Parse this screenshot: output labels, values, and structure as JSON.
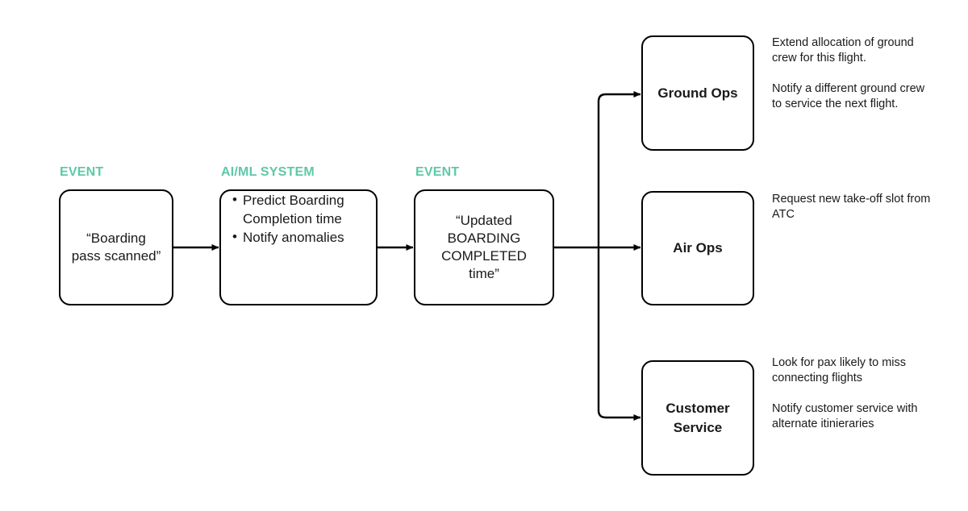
{
  "diagram": {
    "title": "Boarding completion prediction event flow",
    "accent_color": "#5ec8a8",
    "line_color": "#000000",
    "background": "#ffffff"
  },
  "captions": [
    {
      "id": "caption-event-1",
      "text": "EVENT"
    },
    {
      "id": "caption-aiml",
      "text": "AI/ML SYSTEM"
    },
    {
      "id": "caption-event-2",
      "text": "EVENT"
    }
  ],
  "flow_nodes": {
    "boarding_pass": {
      "label": "“Boarding\npass scanned”"
    },
    "aiml_system": {
      "bullets": [
        "Predict Boarding Completion time",
        "Notify anomalies"
      ]
    },
    "updated_boarding": {
      "label": "“Updated\nBOARDING\nCOMPLETED\ntime”"
    }
  },
  "consumers": [
    {
      "id": "ground-ops",
      "label": "Ground Ops",
      "notes": [
        "Extend allocation of ground crew for this flight.",
        "Notify a different ground crew to service the next flight."
      ]
    },
    {
      "id": "air-ops",
      "label": "Air Ops",
      "notes": [
        "Request new take-off slot from ATC"
      ]
    },
    {
      "id": "customer-service",
      "label": "Customer\nService",
      "notes": [
        "Look for pax likely to miss connecting flights",
        "Notify customer service with alternate itinieraries"
      ]
    }
  ]
}
